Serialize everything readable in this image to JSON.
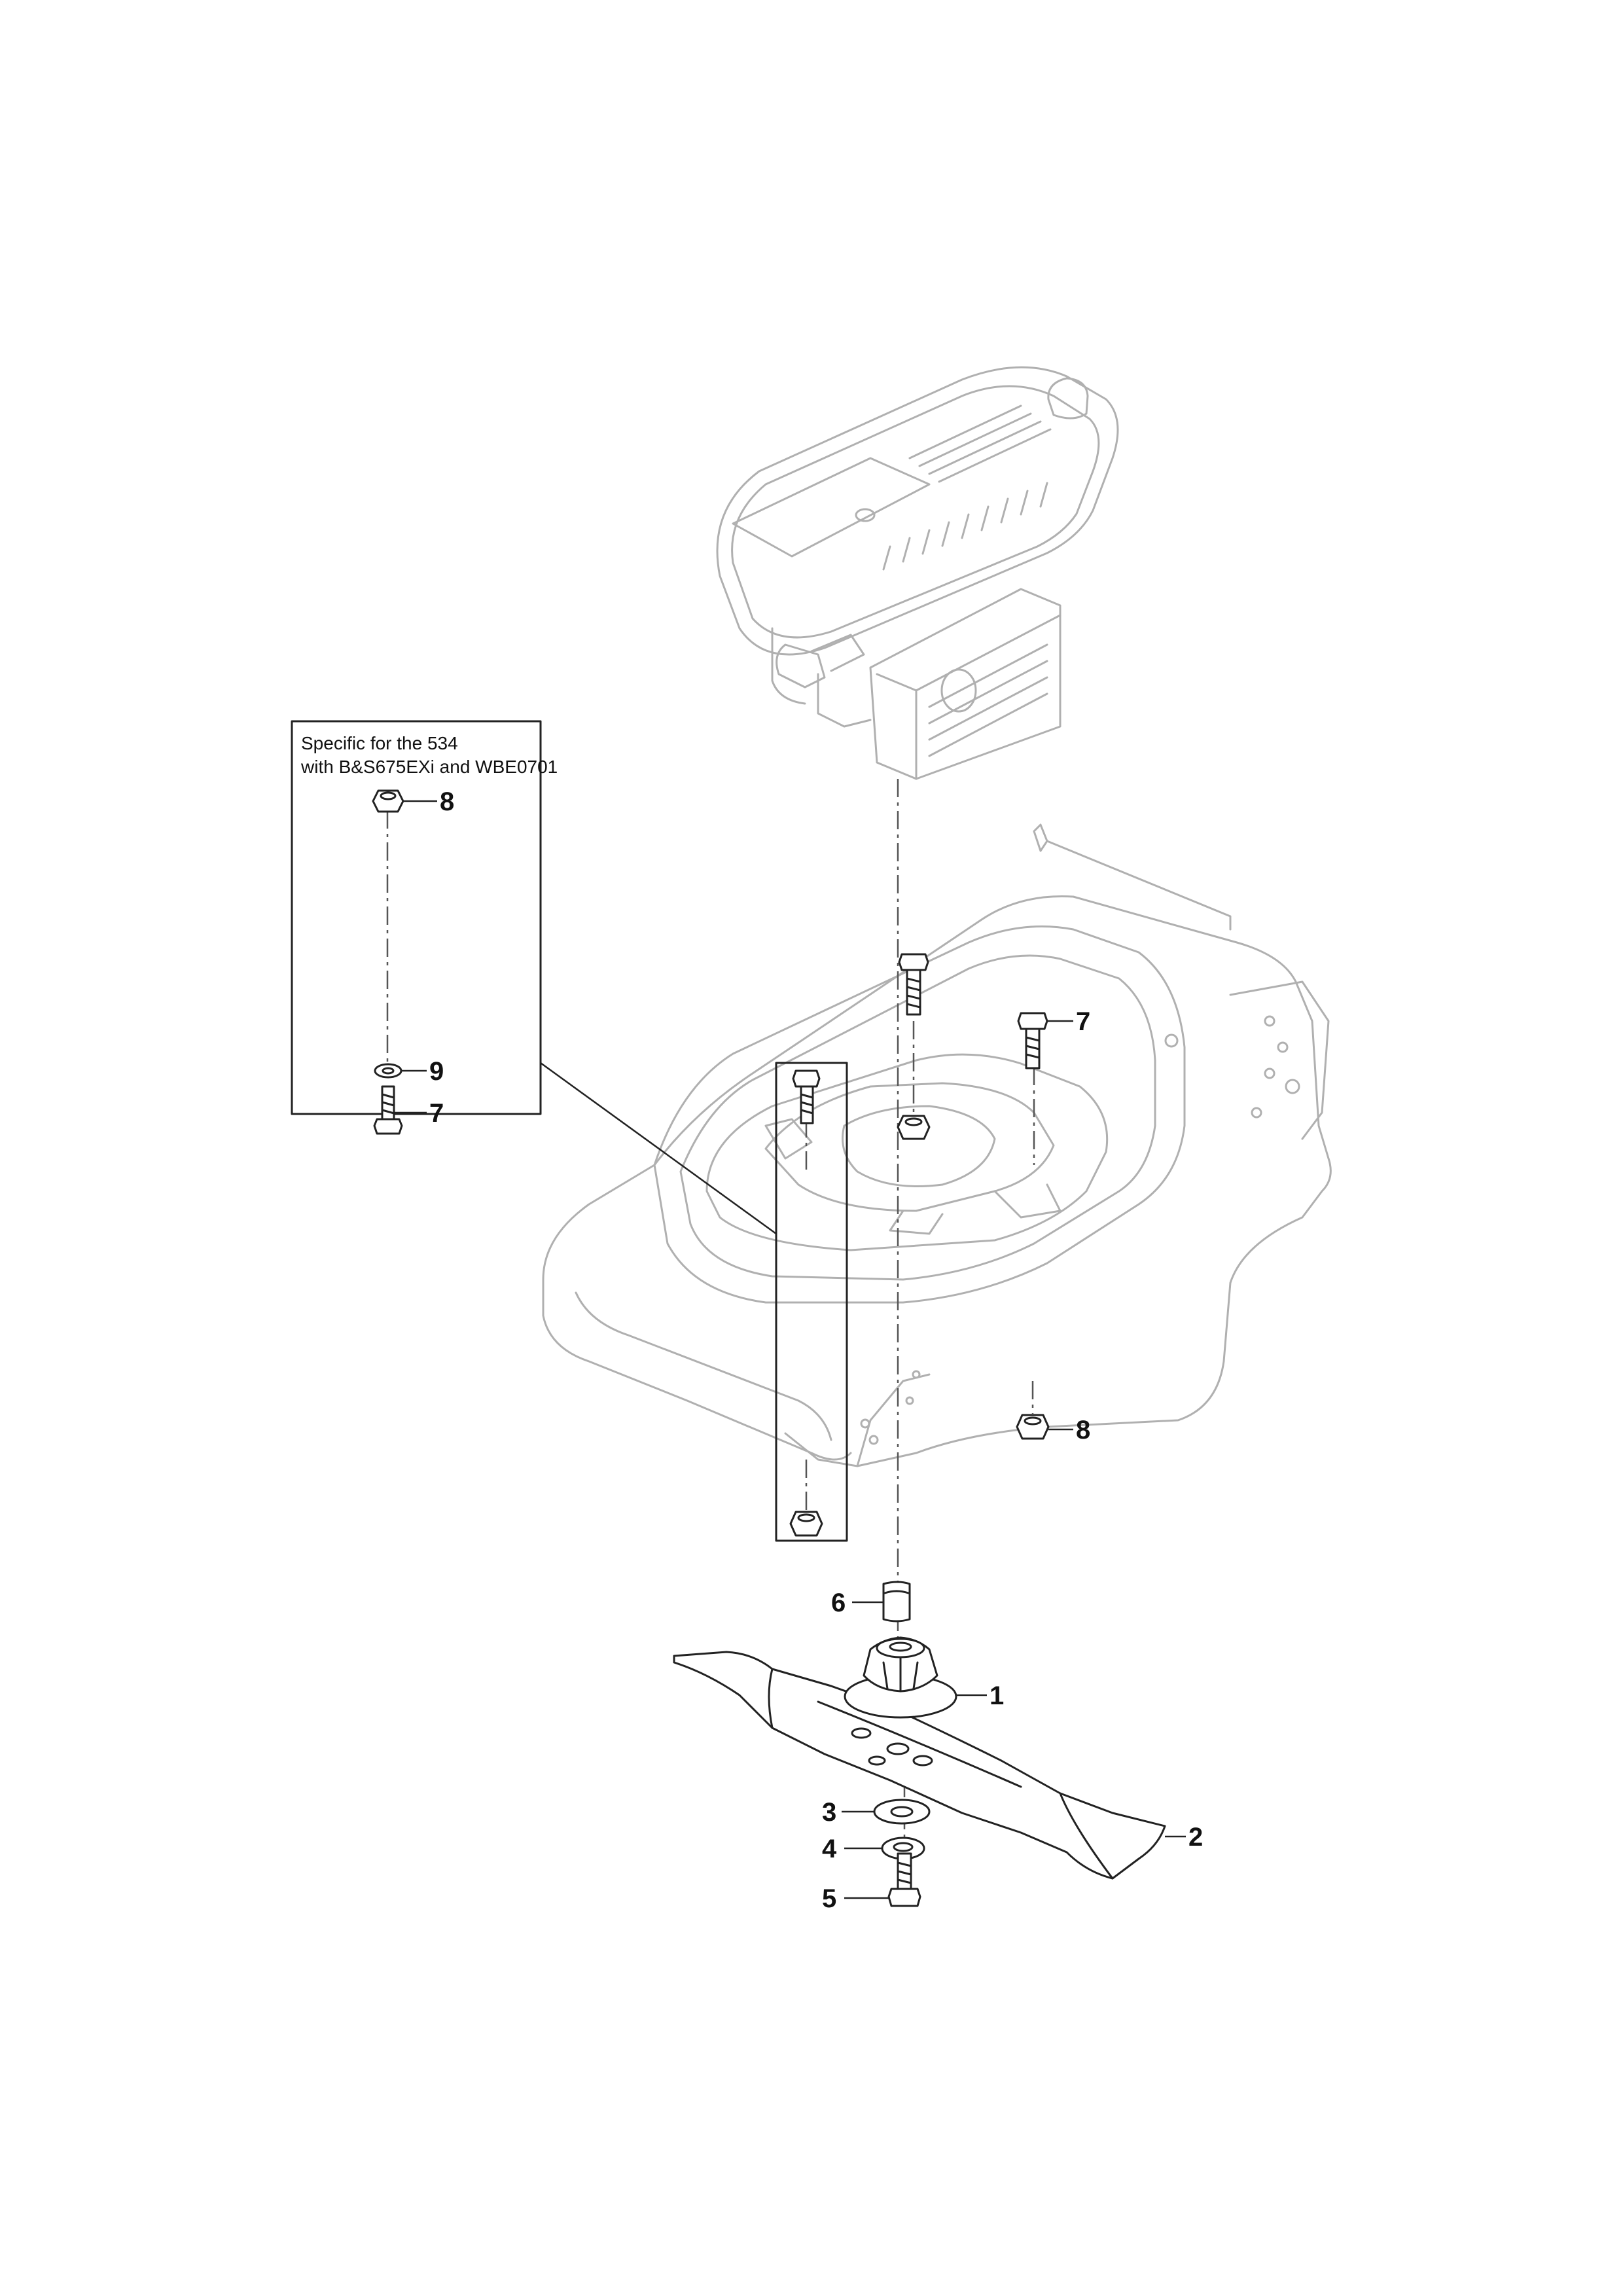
{
  "inset": {
    "title_line1": "Specific for the 534",
    "title_line2": "with B&S675EXi and WBE0701"
  },
  "callouts": {
    "c1": "1",
    "c2": "2",
    "c3": "3",
    "c4": "4",
    "c5": "5",
    "c6": "6",
    "c7_main": "7",
    "c8_main": "8",
    "c8_inset": "8",
    "c9_inset": "9",
    "c7_inset": "7"
  }
}
